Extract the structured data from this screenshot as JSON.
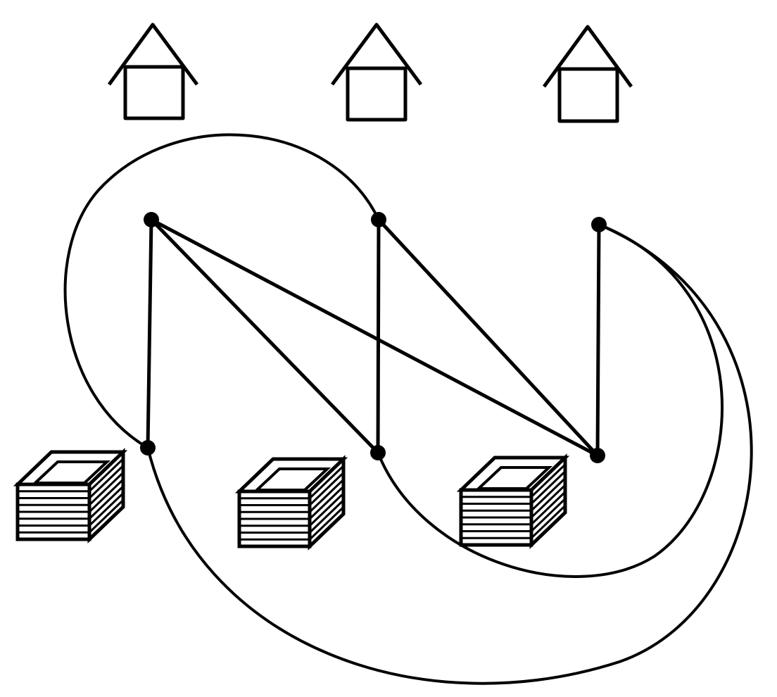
{
  "diagram": {
    "type": "utilities-puzzle",
    "houses": [
      {
        "id": "house-1",
        "icon": "house-icon"
      },
      {
        "id": "house-2",
        "icon": "house-icon"
      },
      {
        "id": "house-3",
        "icon": "house-icon"
      }
    ],
    "utilities": [
      {
        "id": "utility-1",
        "icon": "stack-box-icon"
      },
      {
        "id": "utility-2",
        "icon": "stack-box-icon"
      },
      {
        "id": "utility-3",
        "icon": "stack-box-icon"
      }
    ],
    "nodes": [
      "n1",
      "n2",
      "n3",
      "n4",
      "n5",
      "n6"
    ],
    "edges": [
      {
        "from": "n1",
        "to": "n4",
        "style": "straight"
      },
      {
        "from": "n1",
        "to": "n5",
        "style": "straight"
      },
      {
        "from": "n1",
        "to": "n6",
        "style": "straight"
      },
      {
        "from": "n2",
        "to": "n5",
        "style": "straight"
      },
      {
        "from": "n2",
        "to": "n6",
        "style": "straight"
      },
      {
        "from": "n3",
        "to": "n6",
        "style": "straight"
      },
      {
        "from": "n2",
        "to": "n4",
        "style": "curved"
      },
      {
        "from": "n3",
        "to": "n5",
        "style": "curved"
      },
      {
        "from": "n3",
        "to": "n4",
        "style": "curved"
      }
    ],
    "colors": {
      "stroke": "#000000",
      "background": "#ffffff"
    }
  }
}
